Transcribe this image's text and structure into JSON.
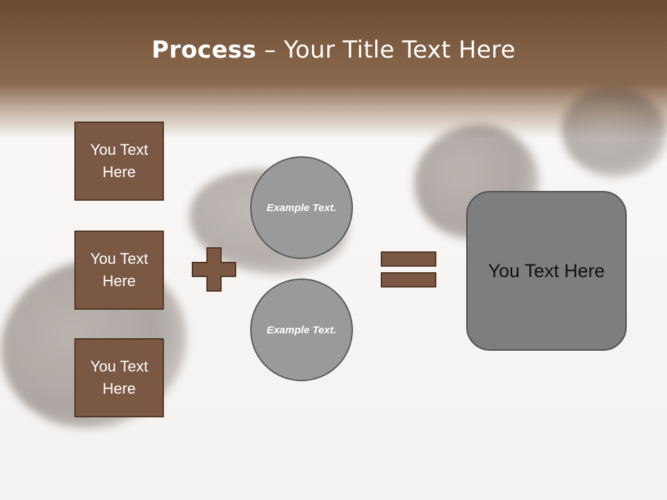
{
  "slide": {
    "title_bold": "Process",
    "title_rest": " – Your Title Text Here",
    "inputs": [
      "You Text Here",
      "You Text Here",
      "You Text Here"
    ],
    "circles": [
      "Example Text.",
      "Example Text."
    ],
    "result": "You Text Here",
    "operators": {
      "plus": "plus-sign",
      "equals": "equals-sign"
    },
    "colors": {
      "header_brown": "#7d5b40",
      "box_fill": "#7a5844",
      "box_border": "#513625",
      "circle_fill": "#9a9a9a",
      "result_fill": "#7e7e7e",
      "background": "#f6f4f2"
    }
  }
}
